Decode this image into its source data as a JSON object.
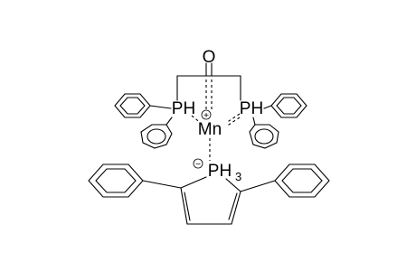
{
  "molecule": {
    "atoms": {
      "oxygen": "O",
      "manganese": "Mn",
      "phosphine_left": "PH",
      "phosphine_right": "PH",
      "phosphole_P": "PH",
      "phosphole_H_count": "3"
    },
    "charges": {
      "manganese": "+",
      "phosphole": "−"
    }
  },
  "colors": {
    "ink": "#000000",
    "background": "#ffffff"
  }
}
